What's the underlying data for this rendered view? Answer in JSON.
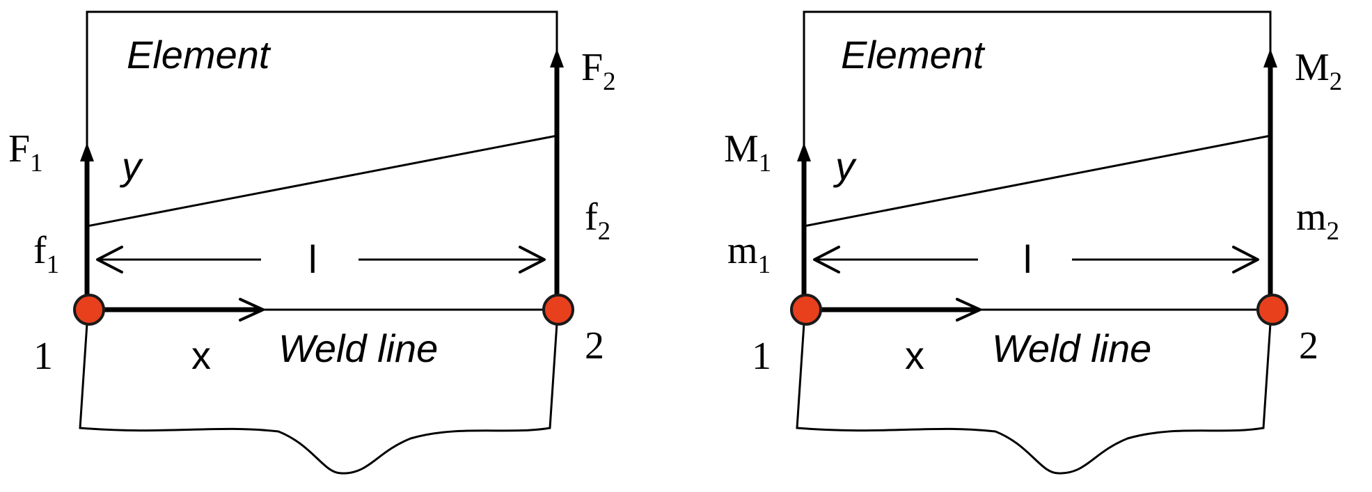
{
  "colors": {
    "node_fill": "#e8401c",
    "node_stroke": "#1a1a1a",
    "line": "#000000"
  },
  "diagrams": [
    {
      "element_label": "Element",
      "weld_label": "Weld line",
      "length_label": "l",
      "x_label": "x",
      "y_label": "y",
      "node1_label": "1",
      "node2_label": "2",
      "left_force": {
        "base": "F",
        "sub": "1"
      },
      "right_force": {
        "base": "F",
        "sub": "2"
      },
      "left_value": {
        "base": "f",
        "sub": "1"
      },
      "right_value": {
        "base": "f",
        "sub": "2"
      }
    },
    {
      "element_label": "Element",
      "weld_label": "Weld line",
      "length_label": "l",
      "x_label": "x",
      "y_label": "y",
      "node1_label": "1",
      "node2_label": "2",
      "left_force": {
        "base": "M",
        "sub": "1"
      },
      "right_force": {
        "base": "M",
        "sub": "2"
      },
      "left_value": {
        "base": "m",
        "sub": "1"
      },
      "right_value": {
        "base": "m",
        "sub": "2"
      }
    }
  ]
}
